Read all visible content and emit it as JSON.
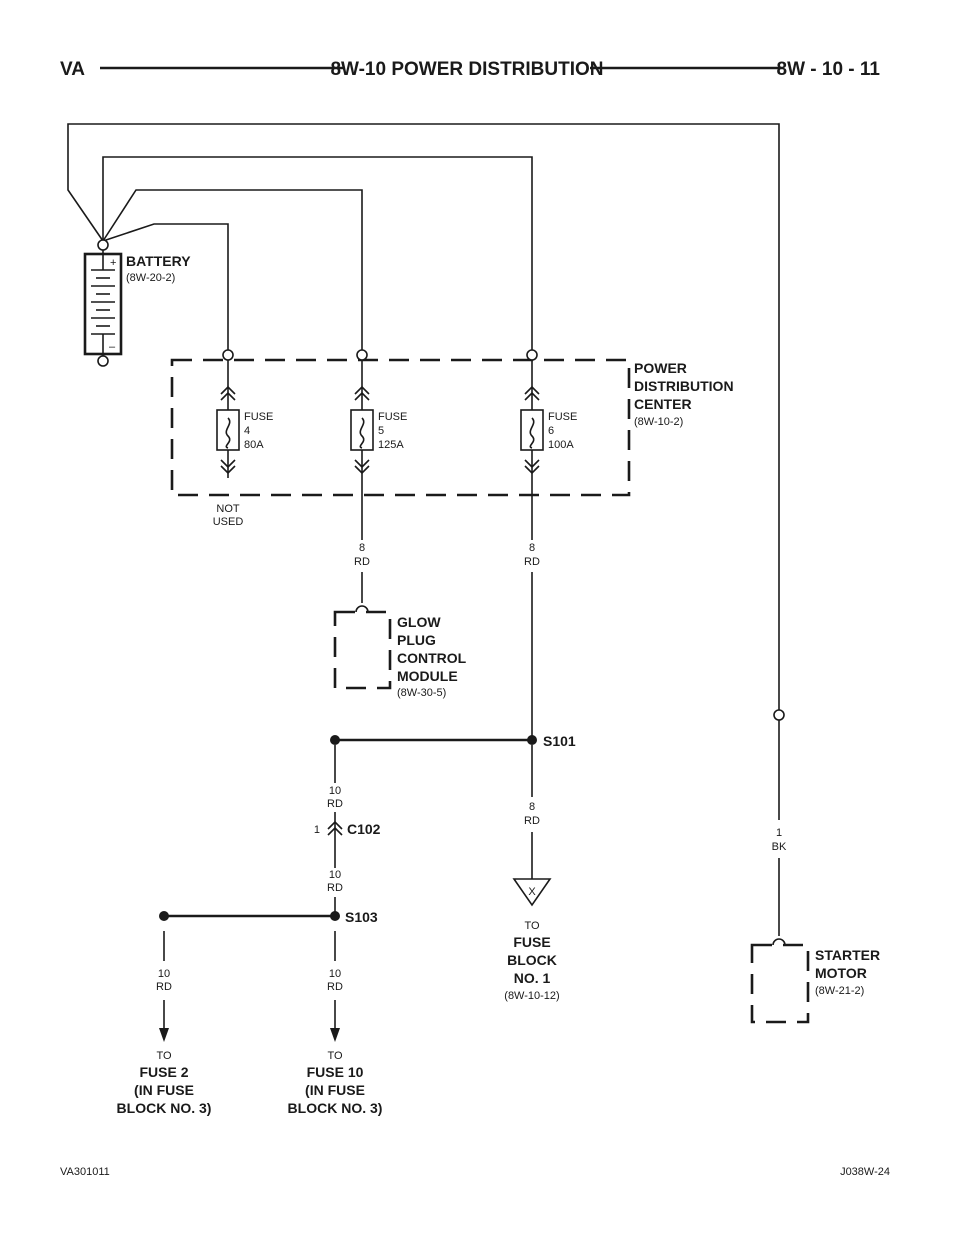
{
  "header": {
    "left": "VA",
    "title": "8W-10 POWER DISTRIBUTION",
    "right": "8W - 10 - 11"
  },
  "footer": {
    "left": "VA301011",
    "right": "J038W-24"
  },
  "battery": {
    "label": "BATTERY",
    "ref": "(8W-20-2)",
    "plus": "+",
    "minus": "–"
  },
  "pdc": {
    "line1": "POWER",
    "line2": "DISTRIBUTION",
    "line3": "CENTER",
    "ref": "(8W-10-2)"
  },
  "fuses": [
    {
      "l1": "FUSE",
      "l2": "4",
      "l3": "80A"
    },
    {
      "l1": "FUSE",
      "l2": "5",
      "l3": "125A"
    },
    {
      "l1": "FUSE",
      "l2": "6",
      "l3": "100A"
    }
  ],
  "not_used": {
    "l1": "NOT",
    "l2": "USED"
  },
  "wires": {
    "fuse5_out": {
      "gauge": "8",
      "color": "RD"
    },
    "fuse6_out": {
      "gauge": "8",
      "color": "RD"
    },
    "s101_x": {
      "gauge": "8",
      "color": "RD"
    },
    "s101_c102": {
      "gauge": "10",
      "color": "RD"
    },
    "c102_s103": {
      "gauge": "10",
      "color": "RD"
    },
    "s103_fuse2": {
      "gauge": "10",
      "color": "RD"
    },
    "s103_fuse10": {
      "gauge": "10",
      "color": "RD"
    },
    "starter": {
      "gauge": "1",
      "color": "BK"
    }
  },
  "glow": {
    "l1": "GLOW",
    "l2": "PLUG",
    "l3": "CONTROL",
    "l4": "MODULE",
    "ref": "(8W-30-5)"
  },
  "splices": {
    "s101": "S101",
    "s103": "S103"
  },
  "connector": {
    "name": "C102",
    "pin": "1"
  },
  "fuse_block1": {
    "to": "TO",
    "l1": "FUSE",
    "l2": "BLOCK",
    "l3": "NO. 1",
    "ref": "(8W-10-12)",
    "marker": "X"
  },
  "fuse2_dest": {
    "to": "TO",
    "l1": "FUSE 2",
    "l2": "(IN FUSE",
    "l3": "BLOCK NO. 3)"
  },
  "fuse10_dest": {
    "to": "TO",
    "l1": "FUSE 10",
    "l2": "(IN FUSE",
    "l3": "BLOCK NO. 3)"
  },
  "starter": {
    "l1": "STARTER",
    "l2": "MOTOR",
    "ref": "(8W-21-2)"
  }
}
